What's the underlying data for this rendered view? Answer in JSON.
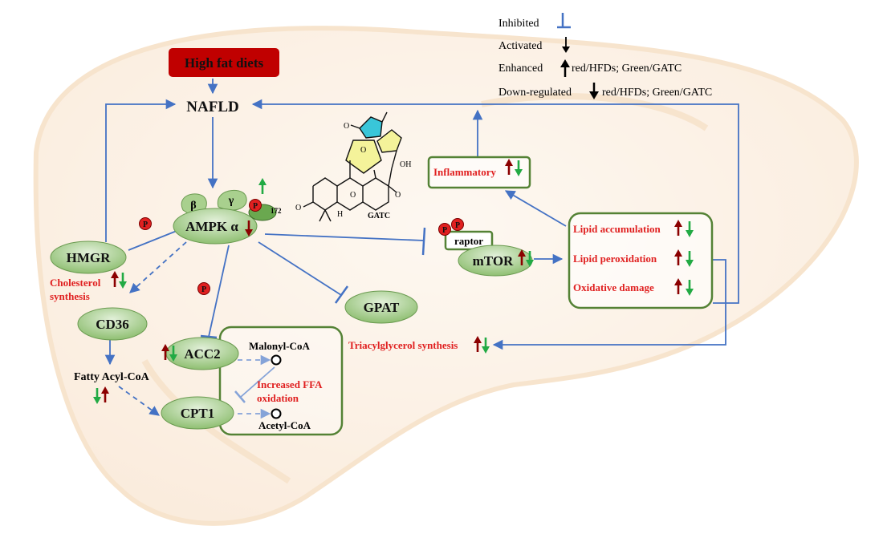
{
  "legend": {
    "inhibited": "Inhibited",
    "activated": "Activated",
    "enhanced": "Enhanced",
    "enhanced_note": "red/HFDs;  Green/GATC",
    "downregulated": "Down-regulated",
    "downregulated_note": "red/HFDs;  Green/GATC"
  },
  "nodes": {
    "high_fat_diets": "High fat diets",
    "nafld": "NAFLD",
    "ampk": "AMPK α",
    "ampk_beta": "β",
    "ampk_gamma": "γ",
    "thr_site": "172",
    "hmgr": "HMGR",
    "cholesterol_line1": "Cholesterol",
    "cholesterol_line2": "synthesis",
    "cd36": "CD36",
    "fatty_acyl_coa": "Fatty Acyl-CoA",
    "acc2": "ACC2",
    "cpt1": "CPT1",
    "malonyl_coa": "Malonyl-CoA",
    "acetyl_coa": "Acetyl-CoA",
    "ffa_line1": "Increased FFA",
    "ffa_line2": "oxidation",
    "gpat": "GPAT",
    "raptor": "raptor",
    "mtor": "mTOR",
    "inflammatory": "Inflammatory",
    "lipid_accumulation": "Lipid accumulation",
    "lipid_peroxidation": "Lipid peroxidation",
    "oxidative_damage": "Oxidative damage",
    "tag_synthesis": "Triacylglycerol synthesis",
    "compound": "GATC",
    "phospho": "P",
    "oh": "OH",
    "h": "H",
    "o": "O"
  },
  "colors": {
    "arrow_blue": "#4472c4",
    "box_green": "#548235",
    "node_green": "#a9d08e",
    "up_red": "#8b0000",
    "down_green": "#22aa44",
    "text_red": "#e02020",
    "hfd_red": "#c00000",
    "liver_bg": "#fbe9d4"
  }
}
